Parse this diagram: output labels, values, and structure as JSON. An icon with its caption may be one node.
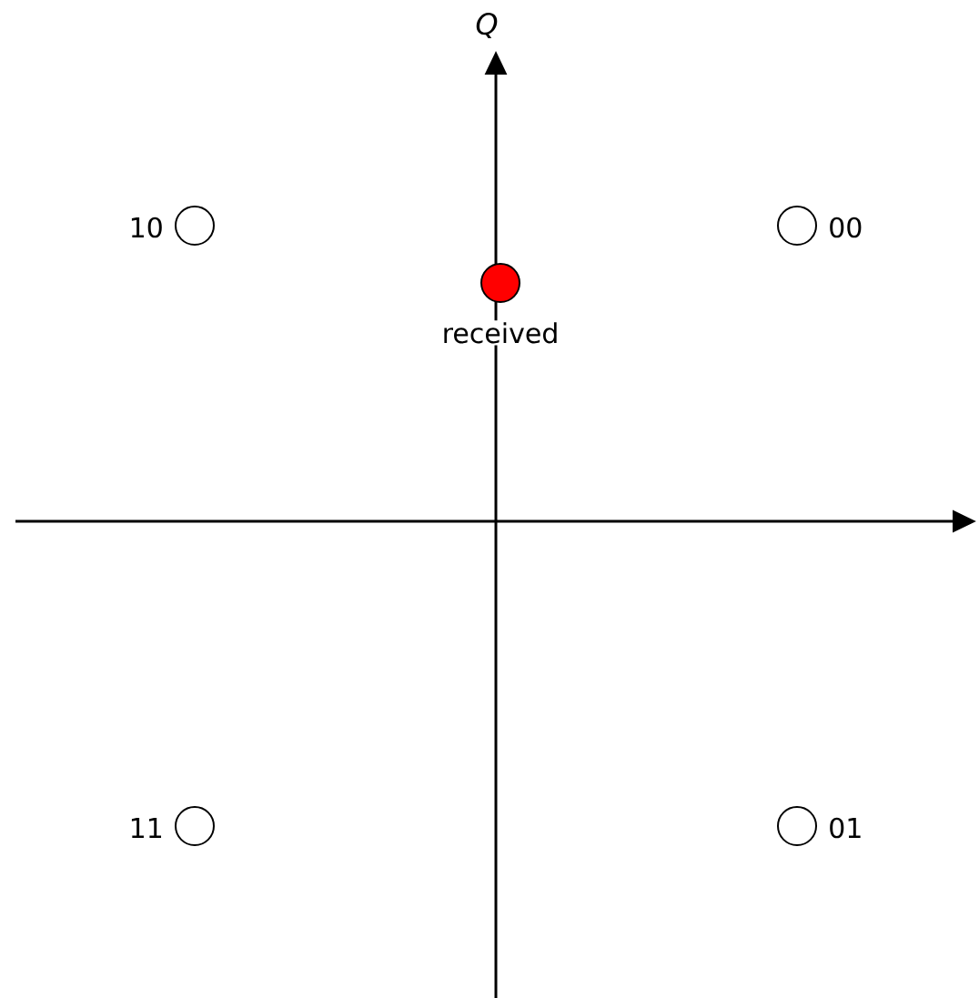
{
  "diagram": {
    "nodes": [
      {
        "text": [],
        "shape": "circle",
        "beside": [
          "10"
        ]
      },
      {
        "text": [],
        "shape": "circle",
        "beside": [
          "00"
        ]
      },
      {
        "text": [],
        "shape": "circle",
        "beside": [
          "received"
        ]
      },
      {
        "text": [],
        "shape": "circle",
        "beside": [
          "11"
        ]
      },
      {
        "text": [],
        "shape": "circle",
        "beside": [
          "01"
        ]
      }
    ],
    "labels": [
      "Q"
    ]
  }
}
